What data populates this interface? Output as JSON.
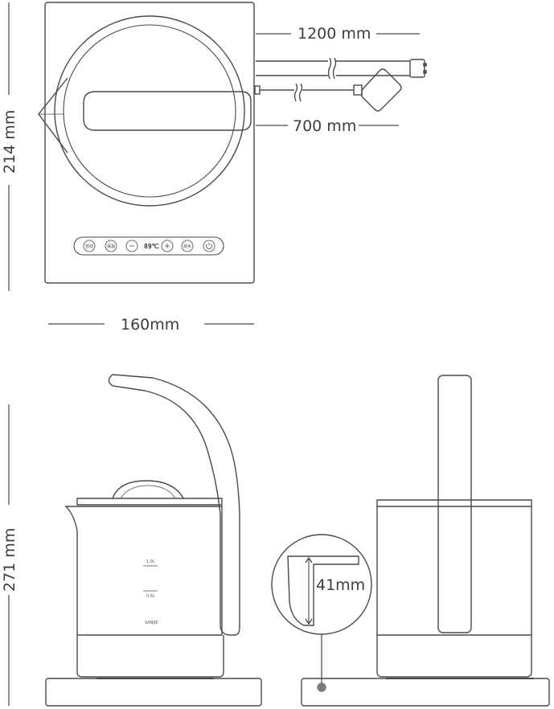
{
  "dimensions": {
    "cord_long": "1200 mm",
    "cord_short": "700 mm",
    "base_depth": "214 mm",
    "base_width": "160mm",
    "total_height": "271 mm",
    "base_thickness": "41mm"
  },
  "control_panel": {
    "buttons": [
      "自动",
      "保温",
      "−",
      "89℃",
      "+",
      "烧水",
      "⏻"
    ],
    "temperature": "89℃"
  },
  "kettle_markings": {
    "level_top": "1.0L",
    "level_mid": "0.5L",
    "level_low": "SANJIE"
  },
  "icons": [
    "plug-icon",
    "usb-connector-icon",
    "power-icon",
    "minus-icon",
    "plus-icon"
  ]
}
